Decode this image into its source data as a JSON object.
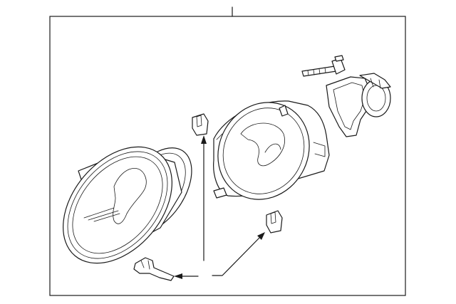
{
  "diagram": {
    "parts": [
      {
        "name": "headlamp-lens"
      },
      {
        "name": "headlamp-housing"
      },
      {
        "name": "bulb-socket-gasket"
      },
      {
        "name": "adjuster-screw"
      },
      {
        "name": "upper-retaining-clip"
      },
      {
        "name": "lower-retaining-clip"
      },
      {
        "name": "harness-connector"
      }
    ],
    "colors": {
      "line": "#1a1a1a",
      "background": "#ffffff"
    }
  }
}
